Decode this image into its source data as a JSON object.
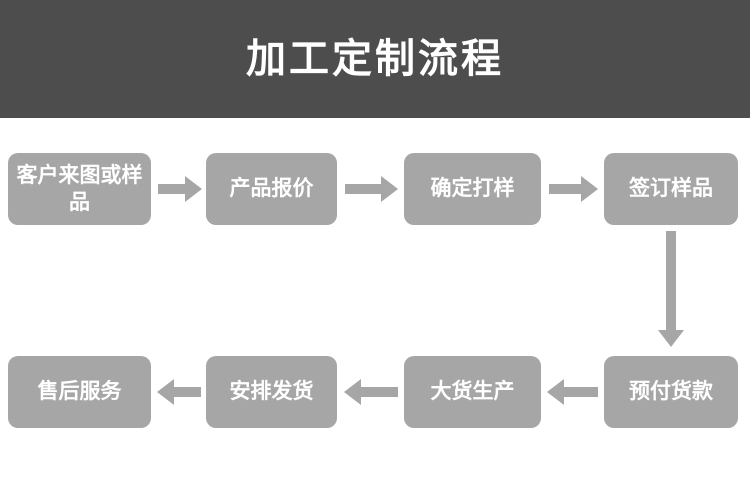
{
  "header": {
    "title": "加工定制流程"
  },
  "colors": {
    "header_bg": "#4d4d4d",
    "header_text": "#ffffff",
    "node_bg": "#a6a6a6",
    "node_text": "#ffffff",
    "arrow": "#a6a6a6",
    "page_bg": "#ffffff"
  },
  "flow": {
    "nodes": [
      {
        "id": "node-0",
        "label": "客户来图或样品",
        "row": 1
      },
      {
        "id": "node-1",
        "label": "产品报价",
        "row": 1
      },
      {
        "id": "node-2",
        "label": "确定打样",
        "row": 1
      },
      {
        "id": "node-3",
        "label": "签订样品",
        "row": 1
      },
      {
        "id": "node-4",
        "label": "预付货款",
        "row": 2
      },
      {
        "id": "node-5",
        "label": "大货生产",
        "row": 2
      },
      {
        "id": "node-6",
        "label": "安排发货",
        "row": 2
      },
      {
        "id": "node-7",
        "label": "售后服务",
        "row": 2
      }
    ],
    "arrows": [
      {
        "id": "arrow-0",
        "from": "node-0",
        "to": "node-1",
        "direction": "right"
      },
      {
        "id": "arrow-1",
        "from": "node-1",
        "to": "node-2",
        "direction": "right"
      },
      {
        "id": "arrow-2",
        "from": "node-2",
        "to": "node-3",
        "direction": "right"
      },
      {
        "id": "arrow-3",
        "from": "node-3",
        "to": "node-4",
        "direction": "down"
      },
      {
        "id": "arrow-4",
        "from": "node-4",
        "to": "node-5",
        "direction": "left"
      },
      {
        "id": "arrow-5",
        "from": "node-5",
        "to": "node-6",
        "direction": "left"
      },
      {
        "id": "arrow-6",
        "from": "node-6",
        "to": "node-7",
        "direction": "left"
      }
    ]
  }
}
